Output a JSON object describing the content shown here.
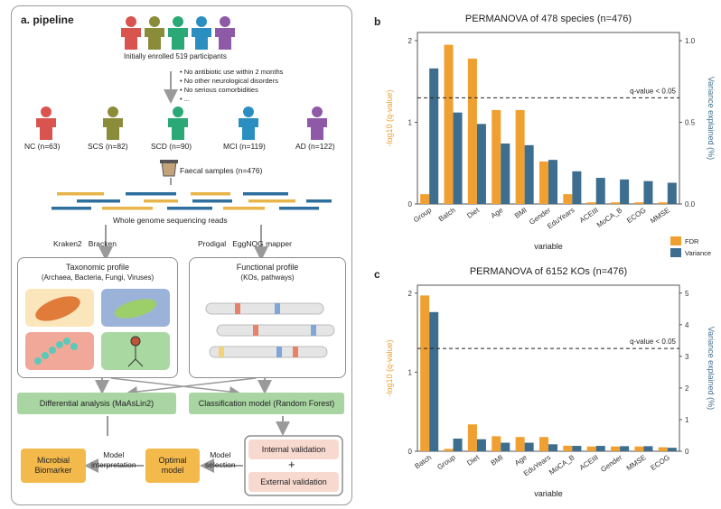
{
  "pipeline": {
    "title": "a. pipeline",
    "enrolled": "Initially enrolled 519 participants",
    "criteria": [
      "No antibiotic use within 2 months",
      "No other neurological disorders",
      "No serious comorbidities",
      "..."
    ],
    "groups": [
      {
        "label": "NC (n=63)",
        "color": "#d9534f"
      },
      {
        "label": "SCS (n=82)",
        "color": "#8a8c3a"
      },
      {
        "label": "SCD (n=90)",
        "color": "#2aa876"
      },
      {
        "label": "MCI (n=119)",
        "color": "#2a8fc0"
      },
      {
        "label": "AD (n=122)",
        "color": "#8e5aa8"
      }
    ],
    "top_person_colors": [
      "#d9534f",
      "#8a8c3a",
      "#2aa876",
      "#2a8fc0",
      "#8e5aa8"
    ],
    "fecal": "Faecal samples (n=476)",
    "reads": "Whole genome sequencing reads",
    "left_tools": "Kraken2   Bracken",
    "right_tools": "Prodigal   EggNOG mapper",
    "tax_title": "Taxonomic profile",
    "tax_sub": "(Archaea, Bacteria, Fungi, Viruses)",
    "func_title": "Functional profile",
    "func_sub": "(KOs, pathways)",
    "diff": "Differential analysis (MaAsLin2)",
    "classif": "Classification model (Random Forest)",
    "internal": "Internal validation",
    "plus": "+",
    "external": "External validation",
    "model_selection": "Model\nselection",
    "optimal": "Optimal\nmodel",
    "model_interp": "Model\ninterpretation",
    "biomarker": "Microbial\nBiomarker",
    "colors": {
      "green": "#a8d5a2",
      "yellow": "#f3b94b",
      "pink": "#f8d9cf",
      "read_yellow": "#e8b54a",
      "read_blue": "#2f6f9e"
    }
  },
  "panel_b": {
    "letter": "b"
  },
  "panel_c": {
    "letter": "c"
  },
  "legend": {
    "fdr": "FDR",
    "variance": "Variance"
  },
  "chart_data": [
    {
      "type": "bar",
      "title": "PERMANOVA of 478 species (n=476)",
      "xlabel": "variable",
      "ylabel": "-log10 (q-value)",
      "y2label": "Variance explained (%)",
      "ylim": [
        0,
        2.1
      ],
      "y2lim": [
        0,
        1.05
      ],
      "yticks": [
        0,
        1,
        2
      ],
      "y2ticks": [
        "0.0",
        "0.5",
        "1.0"
      ],
      "threshold": 1.3,
      "threshold_label": "q-value < 0.05",
      "categories": [
        "Group",
        "Batch",
        "Diet",
        "Age",
        "BMI",
        "Gender",
        "EduYears",
        "ACEIII",
        "MoCA_B",
        "ECOG",
        "MMSE"
      ],
      "series": [
        {
          "name": "FDR",
          "color": "#f0a030",
          "axis": "left",
          "values": [
            0.12,
            1.95,
            1.78,
            1.15,
            1.15,
            0.52,
            0.12,
            0.02,
            0.02,
            0.02,
            0.02
          ]
        },
        {
          "name": "Variance",
          "color": "#3d6e8f",
          "axis": "right",
          "values": [
            0.83,
            0.56,
            0.49,
            0.37,
            0.36,
            0.27,
            0.2,
            0.16,
            0.15,
            0.14,
            0.13
          ]
        }
      ],
      "legend": "right"
    },
    {
      "type": "bar",
      "title": "PERMANOVA of 6152 KOs (n=476)",
      "xlabel": "variable",
      "ylabel": "-log10 (q-value)",
      "y2label": "Variance explained (%)",
      "ylim": [
        0,
        2.1
      ],
      "y2lim": [
        0,
        5.25
      ],
      "yticks": [
        0,
        1,
        2
      ],
      "y2ticks": [
        "0",
        "1",
        "2",
        "3",
        "4",
        "5"
      ],
      "threshold": 1.3,
      "threshold_label": "q-value < 0.05",
      "categories": [
        "Batch",
        "Group",
        "Diet",
        "BMI",
        "Age",
        "EduYears",
        "MoCA_B",
        "ACEIII",
        "Gender",
        "MMSE",
        "ECOG"
      ],
      "series": [
        {
          "name": "FDR",
          "color": "#f0a030",
          "axis": "left",
          "values": [
            1.97,
            0.03,
            0.34,
            0.19,
            0.18,
            0.18,
            0.07,
            0.06,
            0.06,
            0.06,
            0.05
          ]
        },
        {
          "name": "Variance",
          "color": "#3d6e8f",
          "axis": "right",
          "values": [
            4.4,
            0.4,
            0.38,
            0.27,
            0.27,
            0.22,
            0.17,
            0.17,
            0.16,
            0.16,
            0.11
          ]
        }
      ]
    }
  ]
}
